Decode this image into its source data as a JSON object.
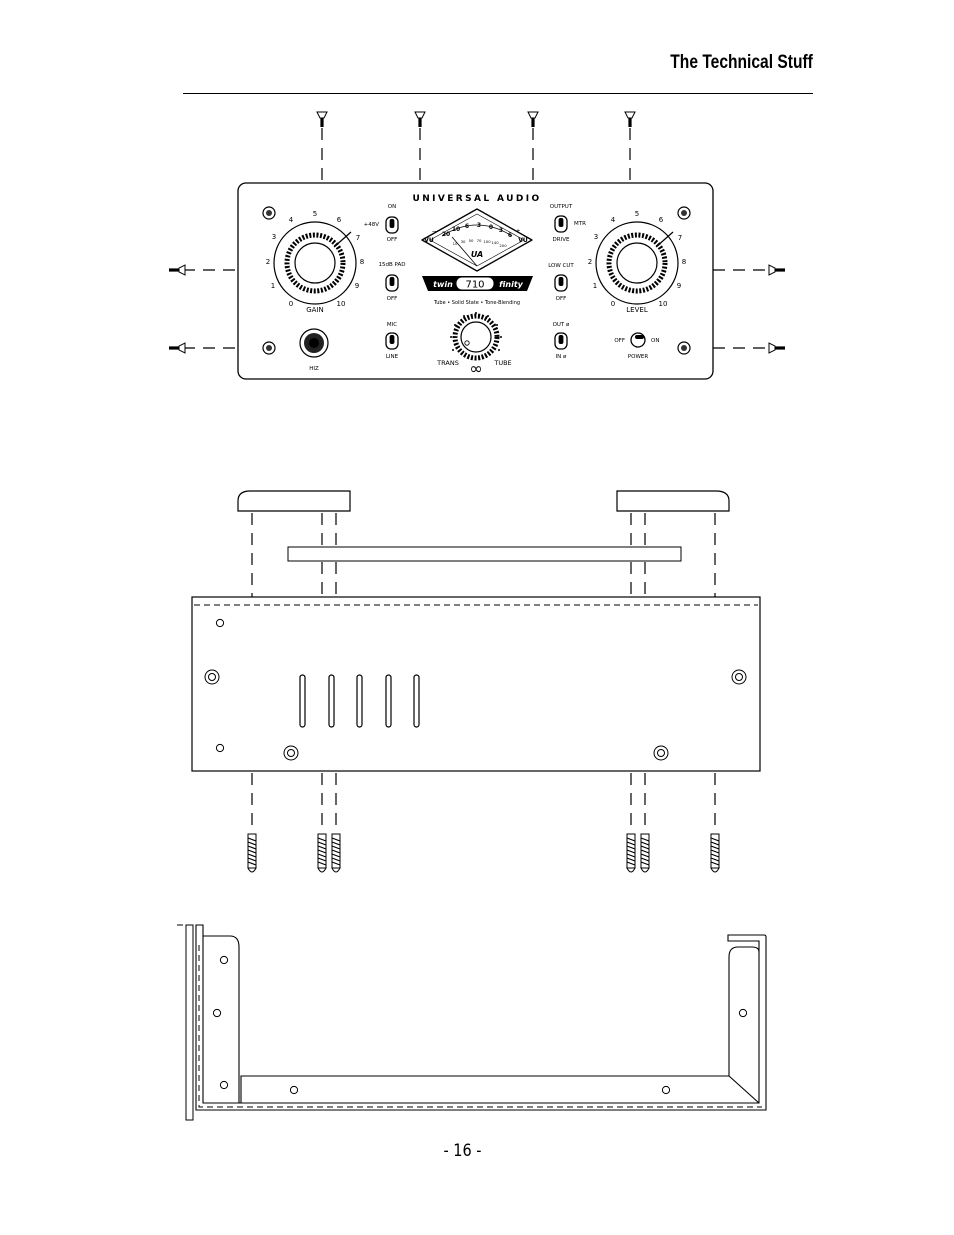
{
  "header": {
    "title": "The Technical Stuff"
  },
  "footer": {
    "page_number": "- 16 -"
  },
  "front_panel": {
    "brand": "UNIVERSAL AUDIO",
    "model": "710",
    "name_left": "twin",
    "name_right": "finity",
    "tagline": "Tube • Solid State • Tone-Blending",
    "gain_label": "GAIN",
    "level_label": "LEVEL",
    "knob_numbers": [
      "0",
      "1",
      "2",
      "3",
      "4",
      "5",
      "6",
      "7",
      "8",
      "9",
      "10"
    ],
    "phantom_on": "ON",
    "phantom_label": "+48V",
    "phantom_off": "OFF",
    "pad_label": "15dB PAD",
    "pad_off": "OFF",
    "mic_label": "MIC",
    "line_label": "LINE",
    "hiz_label": "HIZ",
    "output_label": "OUTPUT",
    "mtr_label": "MTR",
    "drive_label": "DRIVE",
    "lowcut_label": "LOW CUT",
    "lowcut_off": "OFF",
    "out_label": "OUT ø",
    "in_label": "IN ø",
    "power_off": "OFF",
    "power_on": "ON",
    "power_label": "POWER",
    "blend_left": "TRANS",
    "blend_right": "TUBE",
    "blend_symbol": "∞",
    "vu_left": "VU",
    "vu_right": "VU",
    "vu_minus": "−",
    "vu_plus": "+",
    "vu_scale_top": [
      "20",
      "10",
      "6",
      "3",
      "0",
      "3",
      "6"
    ],
    "vu_scale_bottom": [
      "10",
      "30",
      "50",
      "70",
      "100",
      "140",
      "200"
    ],
    "vu_logo": "UA"
  }
}
